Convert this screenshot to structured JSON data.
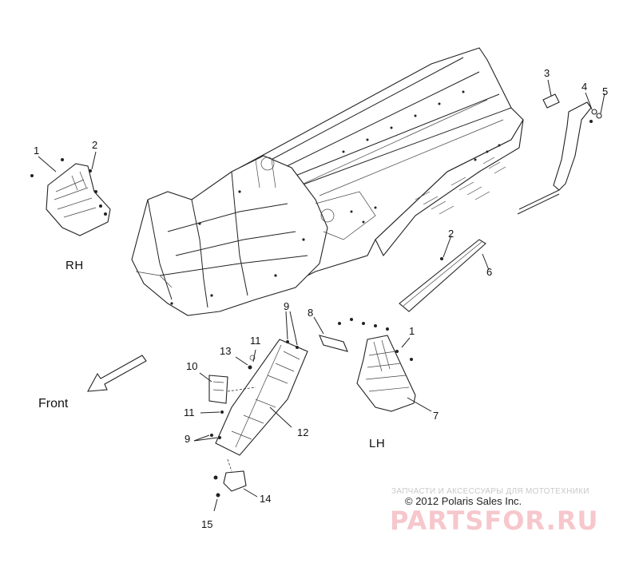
{
  "diagram": {
    "labels": {
      "rh": "RH",
      "lh": "LH",
      "front": "Front"
    },
    "callouts": [
      {
        "id": "c1-rh",
        "text": "1"
      },
      {
        "id": "c2-rh",
        "text": "2"
      },
      {
        "id": "c3",
        "text": "3"
      },
      {
        "id": "c4",
        "text": "4"
      },
      {
        "id": "c5",
        "text": "5"
      },
      {
        "id": "c2-rail",
        "text": "2"
      },
      {
        "id": "c6",
        "text": "6"
      },
      {
        "id": "c8",
        "text": "8"
      },
      {
        "id": "c9-top",
        "text": "9"
      },
      {
        "id": "c1-lh",
        "text": "1"
      },
      {
        "id": "c13",
        "text": "13"
      },
      {
        "id": "c11-top",
        "text": "11"
      },
      {
        "id": "c10",
        "text": "10"
      },
      {
        "id": "c11-mid",
        "text": "11"
      },
      {
        "id": "c12",
        "text": "12"
      },
      {
        "id": "c7",
        "text": "7"
      },
      {
        "id": "c9-bot",
        "text": "9"
      },
      {
        "id": "c14",
        "text": "14"
      },
      {
        "id": "c15",
        "text": "15"
      }
    ],
    "copyright": "© 2012 Polaris Sales Inc.",
    "watermark": {
      "tagline": "ЗАПЧАСТИ И АКСЕССУАРЫ ДЛЯ МОТОТЕХНИКИ",
      "brand": "PARTSFOR.RU"
    }
  }
}
